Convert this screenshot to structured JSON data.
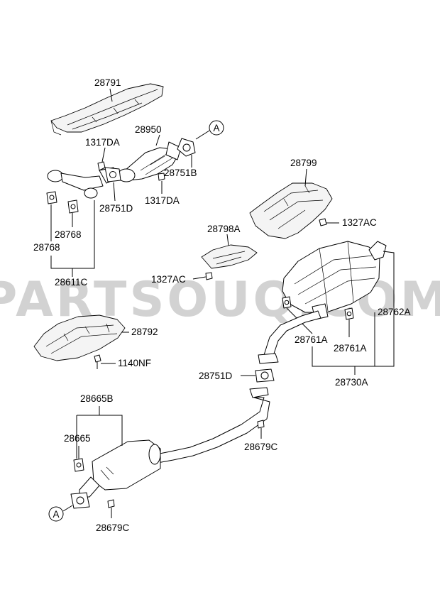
{
  "watermark": "PARTSOUQ.COM",
  "labels": {
    "p28791": "28791",
    "p28950": "28950",
    "p1317DA_a": "1317DA",
    "p1317DA_b": "1317DA",
    "p28751B": "28751B",
    "p28751D_a": "28751D",
    "p28751D_b": "28751D",
    "p28768_a": "28768",
    "p28768_b": "28768",
    "p28611C": "28611C",
    "p28799": "28799",
    "p1327AC_a": "1327AC",
    "p1327AC_b": "1327AC",
    "p28798A": "28798A",
    "p28762A": "28762A",
    "p28761A_a": "28761A",
    "p28761A_b": "28761A",
    "p28730A": "28730A",
    "p28792": "28792",
    "p1140NF": "1140NF",
    "p28665B": "28665B",
    "p28665": "28665",
    "p28679C_a": "28679C",
    "p28679C_b": "28679C",
    "refA_top": "A",
    "refA_bottom": "A"
  }
}
